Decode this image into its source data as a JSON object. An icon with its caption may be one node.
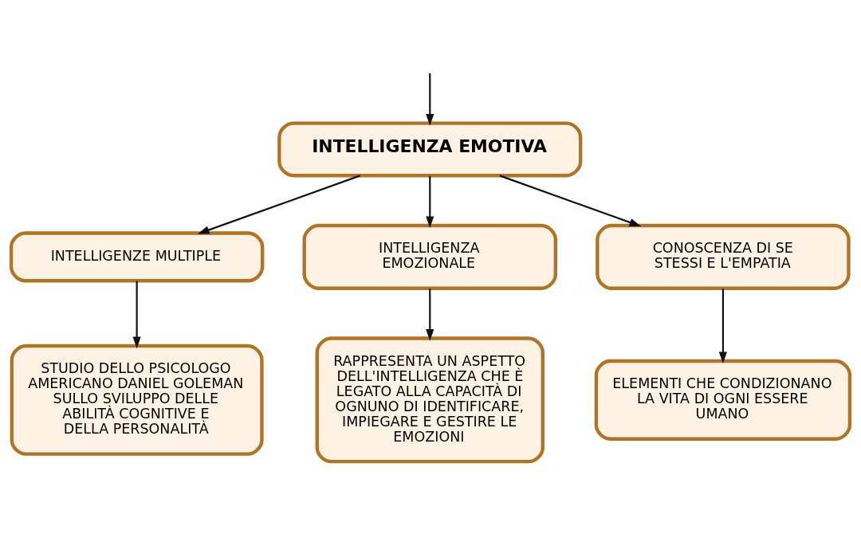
{
  "diagram": {
    "nodes": [
      {
        "text": [
          "INTELLIGENZA EMOTIVA"
        ]
      },
      {
        "text": [
          "INTELLIGENZE MULTIPLE"
        ]
      },
      {
        "text": [
          "INTELLIGENZA EMOZIONALE"
        ]
      },
      {
        "text": [
          "CONOSCENZA DI SE STESSI E L'EMPATIA"
        ]
      },
      {
        "text": [
          "STUDIO DELLO PSICOLOGO AMERICANO DANIEL GOLEMAN SULLO SVILUPPO DELLE ABILITÀ COGNITIVE E DELLA PERSONALITÀ"
        ]
      },
      {
        "text": [
          "RAPPRESENTA UN ASPETTO DELL'INTELLIGENZA CHE È LEGATO ALLA CAPACITÀ DI OGNUNO DI IDENTIFICARE, IMPIEGARE E GESTIRE LE EMOZIONI"
        ]
      },
      {
        "text": [
          "ELEMENTI CHE CONDIZIONANO LA VITA DI OGNI ESSERE UMANO"
        ]
      }
    ],
    "edges": [
      {
        "from": null,
        "to": 0,
        "arrow": "to"
      },
      {
        "from": 0,
        "to": 1,
        "arrow": "to"
      },
      {
        "from": 0,
        "to": 2,
        "arrow": "to"
      },
      {
        "from": 0,
        "to": 3,
        "arrow": "to"
      },
      {
        "from": 1,
        "to": 4,
        "arrow": "to"
      },
      {
        "from": 2,
        "to": 5,
        "arrow": "to"
      },
      {
        "from": 3,
        "to": 6,
        "arrow": "to"
      }
    ]
  }
}
